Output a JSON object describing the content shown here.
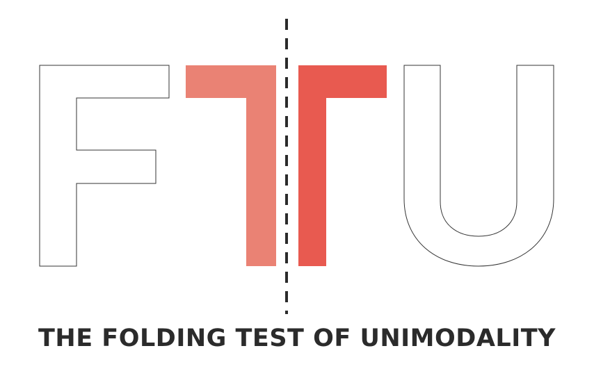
{
  "logo": {
    "letters": [
      {
        "name": "F",
        "style": "outline"
      },
      {
        "name": "T",
        "style": "filled-split"
      },
      {
        "name": "U",
        "style": "outline"
      }
    ],
    "fold_line": "dashed-vertical"
  },
  "tagline": {
    "text": "THE FOLDING TEST OF UNIMODALITY"
  },
  "colors": {
    "t_left_half": "#EA8274",
    "t_right_half": "#E85A50",
    "outline": "#333333",
    "fold_line": "#2B2B2B",
    "tagline": "#2B2B2B",
    "background": "#FFFFFF"
  }
}
